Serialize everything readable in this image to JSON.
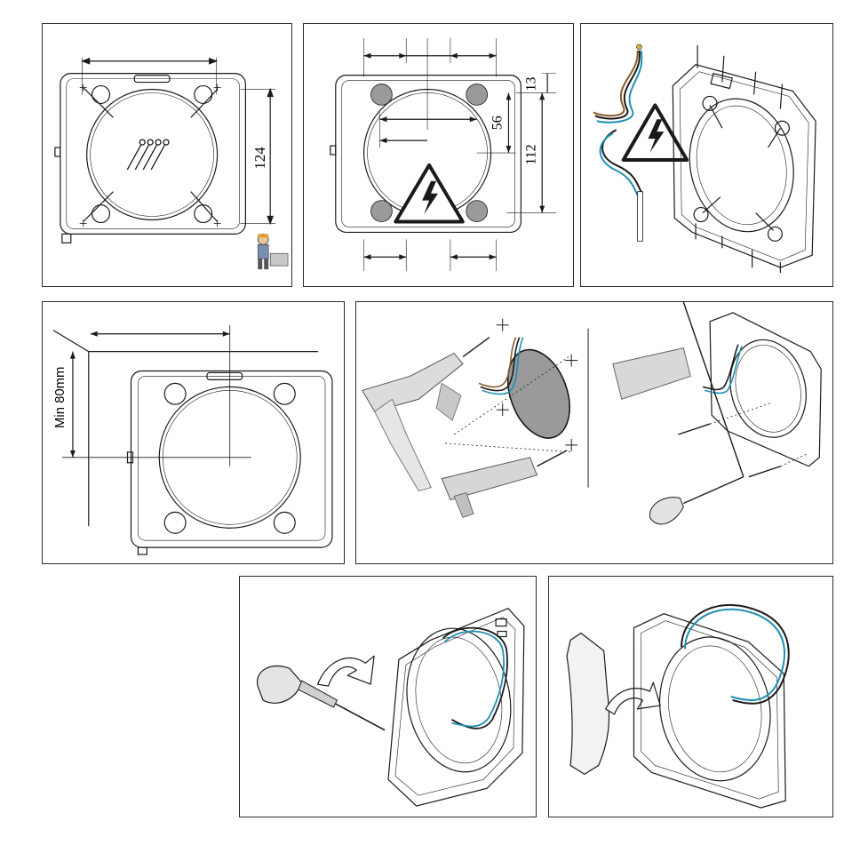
{
  "panels": {
    "p1": {
      "dimension_vertical": "124"
    },
    "p2": {
      "dimension_top_right": "13",
      "dimension_inner": "56",
      "dimension_right": "112"
    },
    "p4": {
      "clearance_label": "Min 80mm"
    }
  },
  "colors": {
    "wire_blue": "#1e8fb5",
    "line": "#1a1a1a",
    "hole_fill": "#9a9a9a",
    "shade": "#d6d6d6"
  },
  "icons": [
    "screws-icon",
    "worker-icon",
    "warning-triangle-icon",
    "drill-icon",
    "sealant-gun-icon",
    "screwdriver-icon",
    "rotate-arrow-icon"
  ]
}
